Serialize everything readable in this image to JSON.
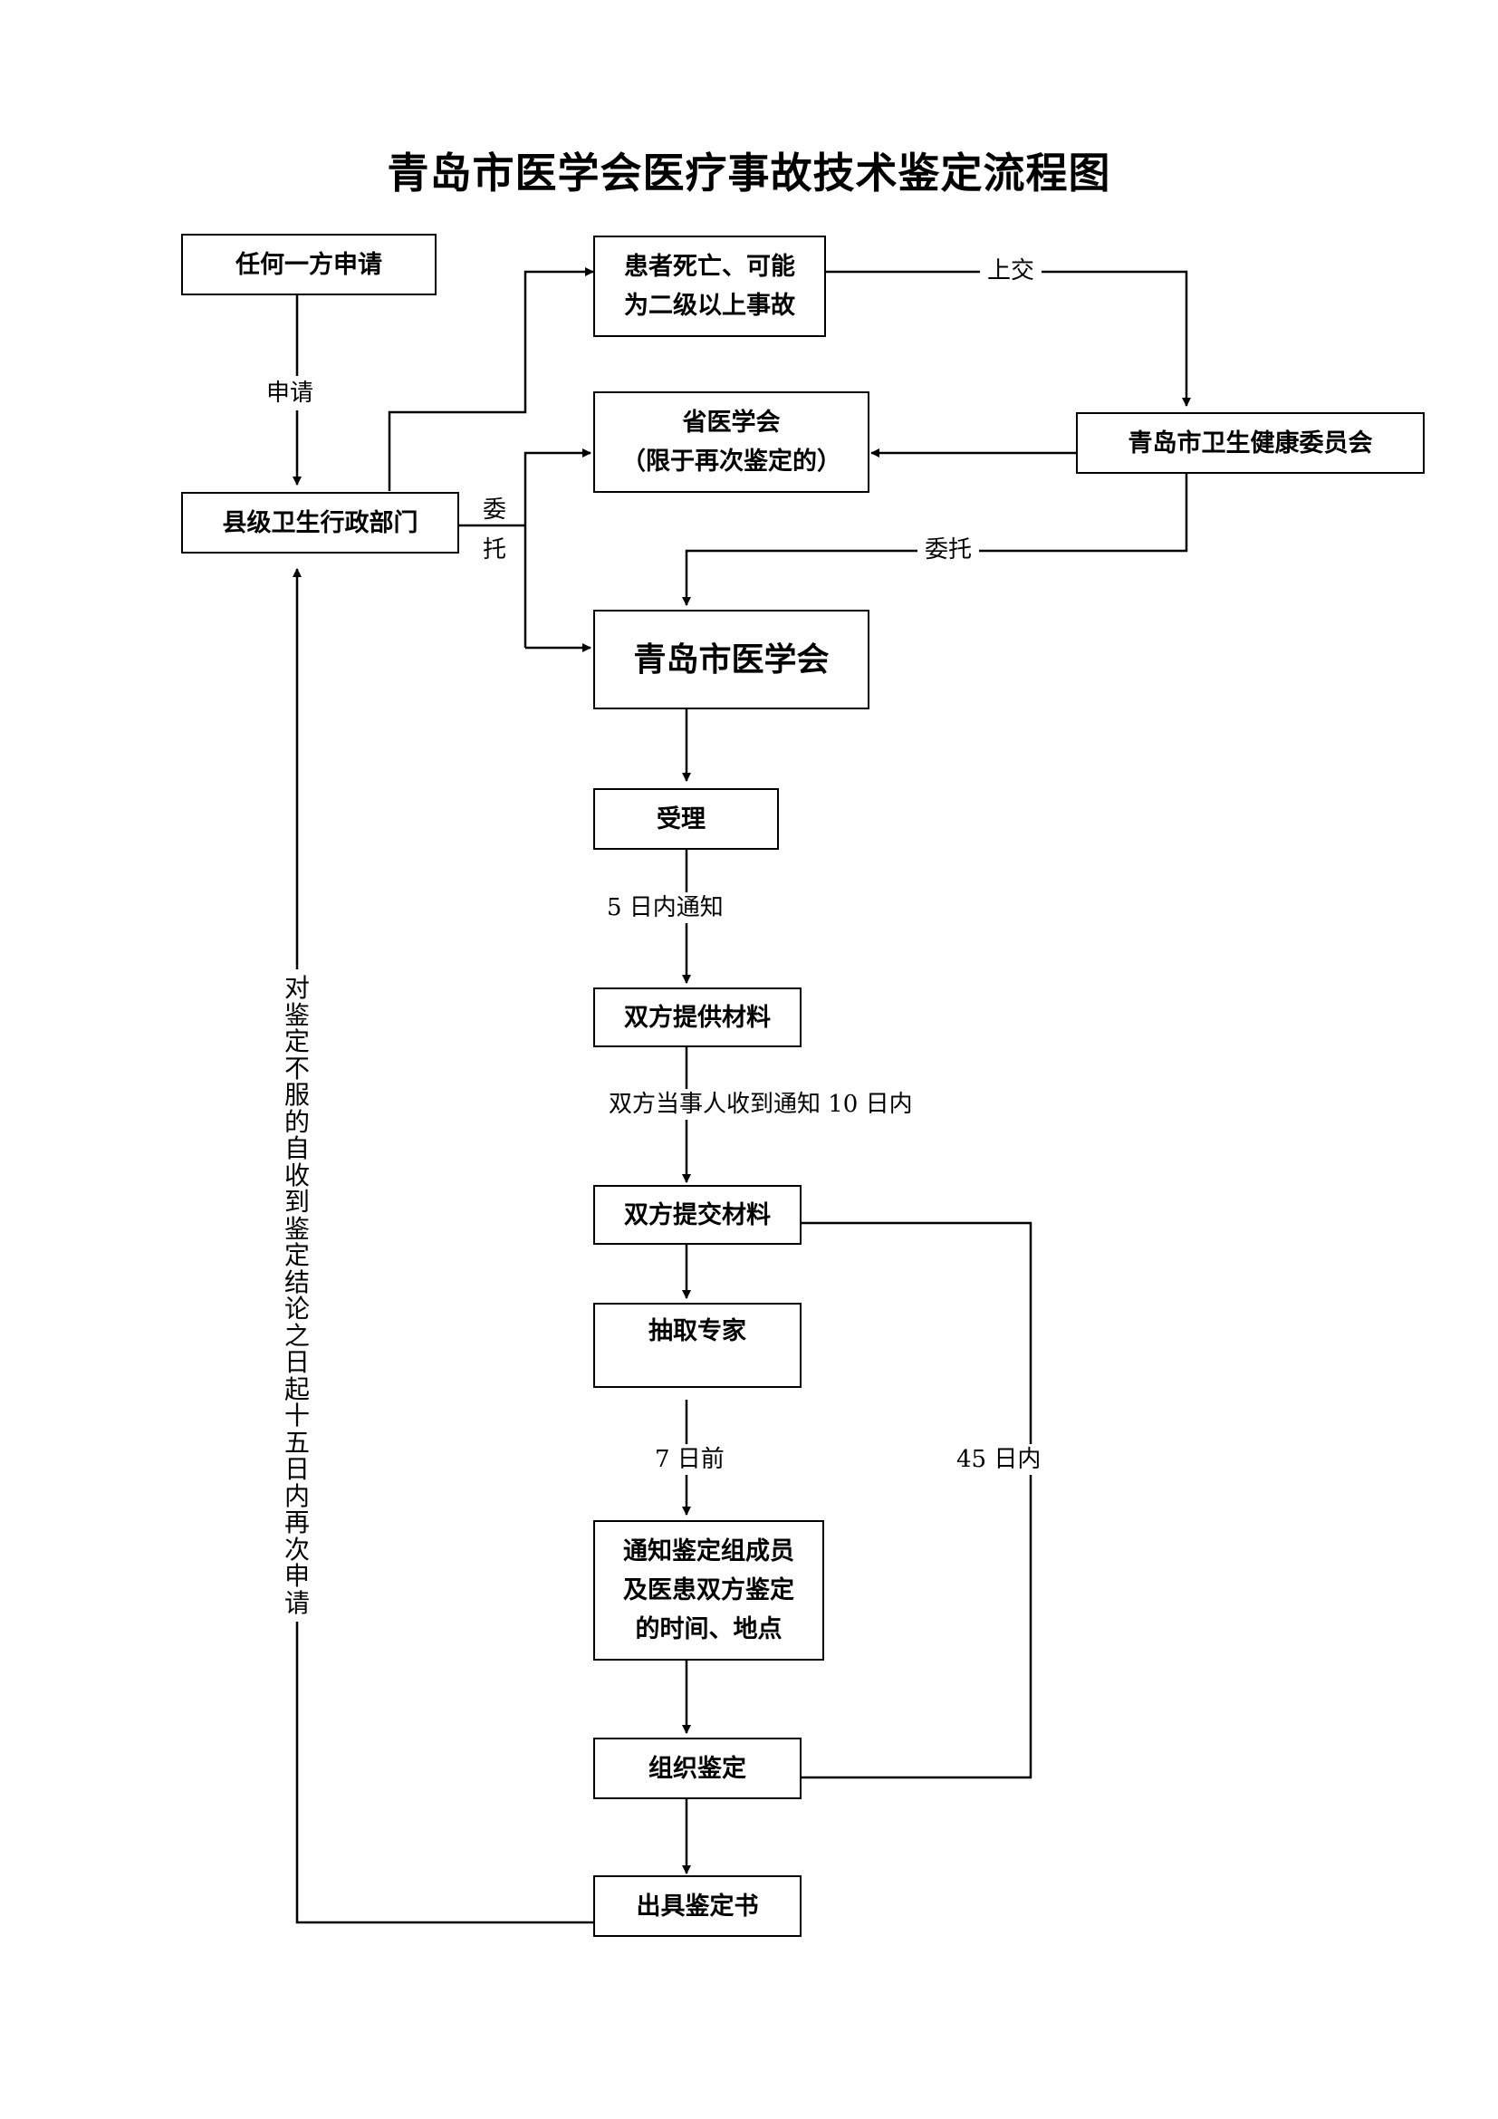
{
  "title": "青岛市医学会医疗事故技术鉴定流程图",
  "boxes": {
    "any_party_apply": [
      "任何一方申请"
    ],
    "county_health_dept": [
      "县级卫生行政部门"
    ],
    "death_case": [
      "患者死亡、可能",
      "为二级以上事故"
    ],
    "provincial_assoc": [
      "省医学会",
      "（限于再次鉴定的）"
    ],
    "qingdao_health_commission": [
      "青岛市卫生健康委员会"
    ],
    "qingdao_medical_assoc": [
      "青岛市医学会"
    ],
    "accept": [
      "受理"
    ],
    "both_provide_materials": [
      "双方提供材料"
    ],
    "both_submit_materials": [
      "双方提交材料"
    ],
    "select_experts": [
      "抽取专家"
    ],
    "notify_panel": [
      "通知鉴定组成员",
      "及医患双方鉴定",
      "的时间、地点"
    ],
    "organize_appraisal": [
      "组织鉴定"
    ],
    "issue_report": [
      "出具鉴定书"
    ]
  },
  "labels": {
    "apply": "申请",
    "entrust_left_top": "委",
    "entrust_left_bottom": "托",
    "submit_up": "上交",
    "entrust_right": "委托",
    "notify_5_days": "5 日内通知",
    "within_10_days": "双方当事人收到通知 10 日内",
    "days_before_7": "7 日前",
    "within_45_days": "45 日内",
    "reapply": "对鉴定不服的自收到鉴定结论之日起十五日内再次申请"
  },
  "colors": {
    "line": "#000000",
    "background": "#ffffff"
  }
}
